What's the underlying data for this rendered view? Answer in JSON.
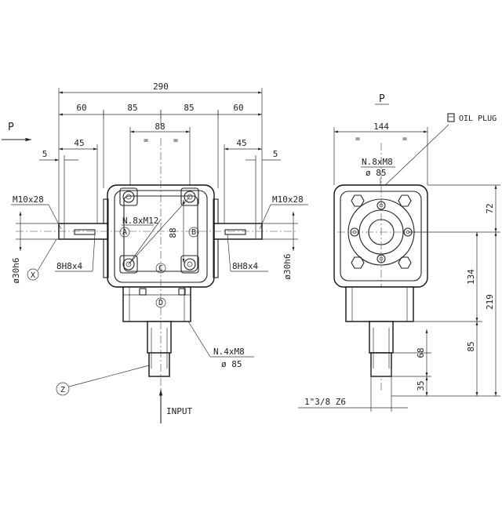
{
  "drawing": {
    "view_label_left": "P",
    "view_label_right": "P",
    "input_label": "INPUT",
    "oil_plug_label": "OIL PLUG",
    "front": {
      "overall_width": "290",
      "seg_60_left": "60",
      "seg_85_left": "85",
      "seg_85_right": "85",
      "seg_60_right": "60",
      "bolt_span": "88",
      "key_offset_left": "45",
      "key_offset_right": "45",
      "chamfer_left": "5",
      "chamfer_right": "5",
      "thread_left": "M10x28",
      "thread_right": "M10x28",
      "keyway_left": "8H8x4",
      "keyway_right": "8H8x4",
      "shaft_dia_left": "ø30h6",
      "shaft_dia_right": "ø30h6",
      "flange_holes": "N.8xM12",
      "vertical_88": "88",
      "bottom_holes": "N.4xM8",
      "bottom_pcd": "ø 85",
      "marker_a": "A",
      "marker_b": "B",
      "marker_c": "C",
      "marker_d": "D",
      "marker_x": "X",
      "marker_z": "Z"
    },
    "side": {
      "width": "144",
      "holes": "N.8xM8",
      "pcd": "ø 85",
      "dim_72": "72",
      "dim_134": "134",
      "dim_219": "219",
      "dim_85": "85",
      "dim_68": "68",
      "dim_35": "35",
      "spline": "1\"3/8 Z6"
    }
  }
}
